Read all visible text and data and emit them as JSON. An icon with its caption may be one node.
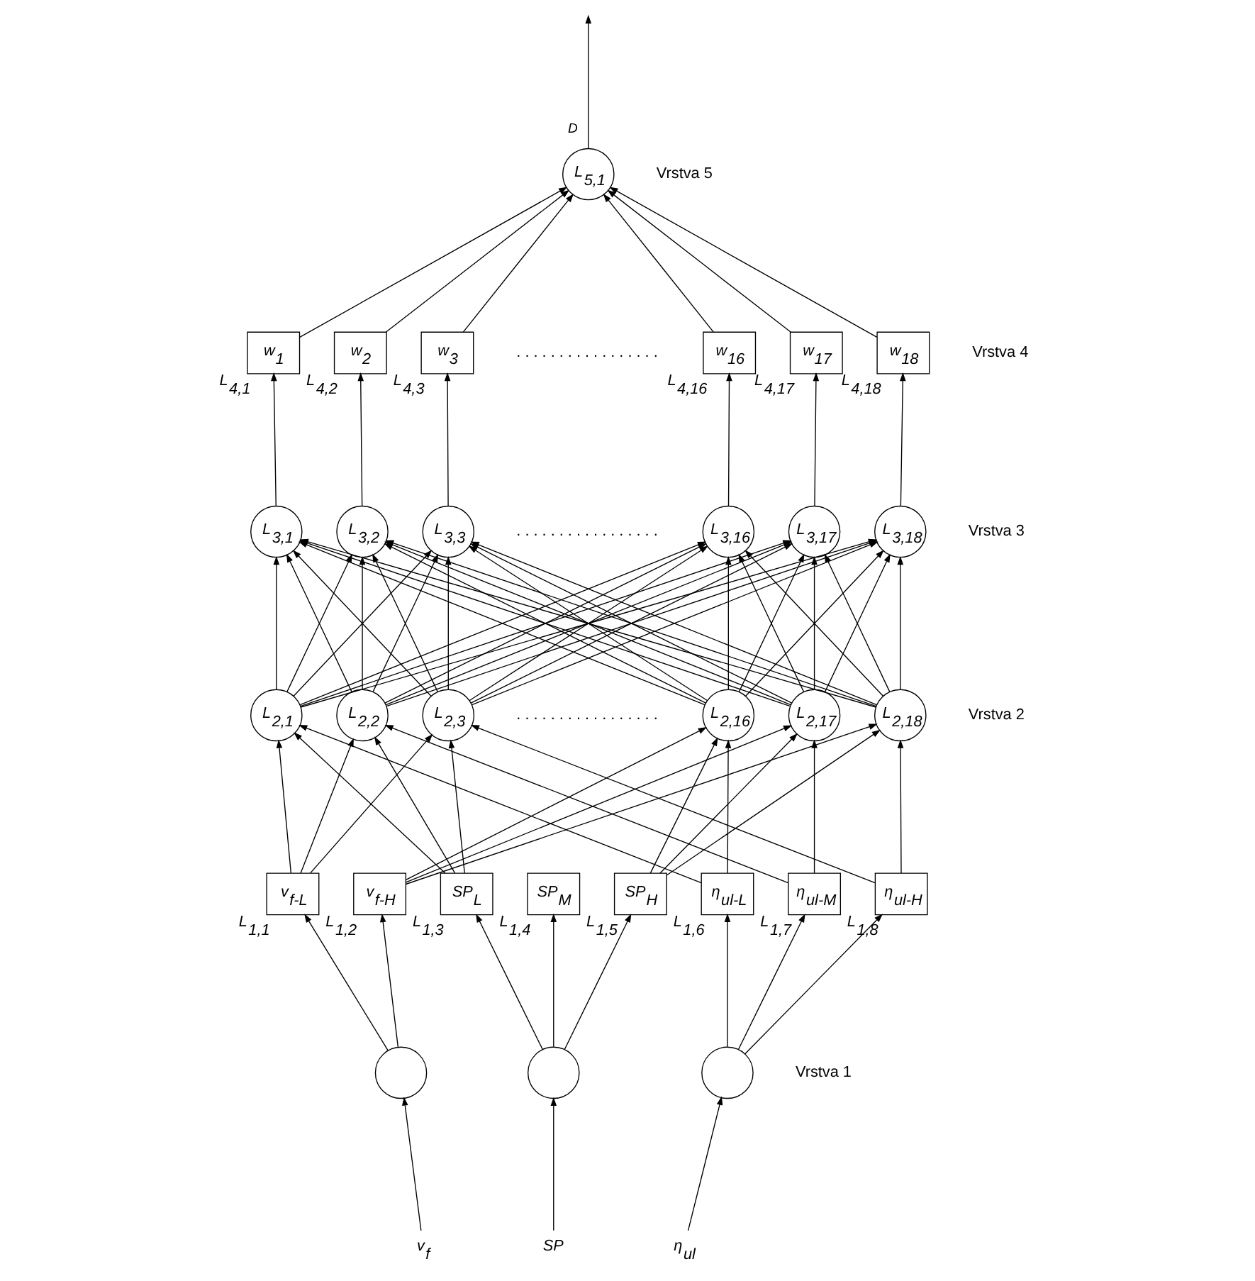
{
  "diagram": {
    "nodes": [
      {
        "text": [
          "L$_{5,1}$"
        ]
      },
      {
        "text": [
          "w$_{1}$"
        ],
        "beside": [
          "L$_{4,1}$"
        ]
      },
      {
        "text": [
          "w$_{2}$"
        ],
        "beside": [
          "L$_{4,2}$"
        ]
      },
      {
        "text": [
          "w$_{3}$"
        ],
        "beside": [
          "L$_{4,3}$"
        ]
      },
      {
        "text": [
          "w$_{16}$"
        ],
        "beside": [
          "L$_{4,16}$"
        ]
      },
      {
        "text": [
          "w$_{17}$"
        ],
        "beside": [
          "L$_{4,17}$"
        ]
      },
      {
        "text": [
          "w$_{18}$"
        ],
        "beside": [
          "L$_{4,18}$"
        ]
      },
      {
        "text": [
          "L$_{3,1}$"
        ]
      },
      {
        "text": [
          "L$_{3,2}$"
        ]
      },
      {
        "text": [
          "L$_{3,3}$"
        ]
      },
      {
        "text": [
          "L$_{3,16}$"
        ]
      },
      {
        "text": [
          "L$_{3,17}$"
        ]
      },
      {
        "text": [
          "L$_{3,18}$"
        ]
      },
      {
        "text": [
          "L$_{2,1}$"
        ]
      },
      {
        "text": [
          "L$_{2,2}$"
        ]
      },
      {
        "text": [
          "L$_{2,3}$"
        ]
      },
      {
        "text": [
          "L$_{2,16}$"
        ]
      },
      {
        "text": [
          "L$_{2,17}$"
        ]
      },
      {
        "text": [
          "L$_{2,18}$"
        ]
      },
      {
        "text": [
          "v$_{f-L}$"
        ],
        "beside": [
          "L$_{1,1}$"
        ]
      },
      {
        "text": [
          "v$_{f-H}$"
        ],
        "beside": [
          "L$_{1,2}$"
        ]
      },
      {
        "text": [
          "SP$_{L}$"
        ],
        "beside": [
          "L$_{1,3}$"
        ]
      },
      {
        "text": [
          "SP$_{M}$"
        ],
        "beside": [
          "L$_{1,4}$"
        ]
      },
      {
        "text": [
          "SP$_{H}$"
        ],
        "beside": [
          "L$_{1,5}$"
        ]
      },
      {
        "text": [
          "η$_{ul-L}$"
        ],
        "beside": [
          "L$_{1,6}$"
        ]
      },
      {
        "text": [
          "η$_{ul-M}$"
        ],
        "beside": [
          "L$_{1,7}$"
        ]
      },
      {
        "text": [
          "η$_{ul-H}$"
        ],
        "beside": [
          "L$_{1,8}$"
        ]
      },
      {
        "text": [],
        "shape": "circle"
      },
      {
        "text": [],
        "shape": "circle"
      },
      {
        "text": [],
        "shape": "circle"
      },
      {
        "text": [
          "v$_{f}$"
        ]
      },
      {
        "text": [
          "SP"
        ]
      },
      {
        "text": [
          "η$_{ul}$"
        ]
      }
    ],
    "edges": [
      {
        "from": 0,
        "to": null,
        "arrow": "to",
        "label": "D"
      },
      {
        "from": 1,
        "to": 0,
        "arrow": "to"
      },
      {
        "from": 2,
        "to": 0,
        "arrow": "to"
      },
      {
        "from": 3,
        "to": 0,
        "arrow": "to"
      },
      {
        "from": 4,
        "to": 0,
        "arrow": "to"
      },
      {
        "from": 5,
        "to": 0,
        "arrow": "to"
      },
      {
        "from": 6,
        "to": 0,
        "arrow": "to"
      },
      {
        "from": 7,
        "to": 1,
        "arrow": "to"
      },
      {
        "from": 8,
        "to": 2,
        "arrow": "to"
      },
      {
        "from": 9,
        "to": 3,
        "arrow": "to"
      },
      {
        "from": 10,
        "to": 4,
        "arrow": "to"
      },
      {
        "from": 11,
        "to": 5,
        "arrow": "to"
      },
      {
        "from": 12,
        "to": 6,
        "arrow": "to"
      },
      {
        "from": 13,
        "to": 7,
        "arrow": "to"
      },
      {
        "from": 13,
        "to": 8,
        "arrow": "to"
      },
      {
        "from": 13,
        "to": 9,
        "arrow": "to"
      },
      {
        "from": 13,
        "to": 10,
        "arrow": "to"
      },
      {
        "from": 13,
        "to": 11,
        "arrow": "to"
      },
      {
        "from": 13,
        "to": 12,
        "arrow": "to"
      },
      {
        "from": 14,
        "to": 7,
        "arrow": "to"
      },
      {
        "from": 14,
        "to": 8,
        "arrow": "to"
      },
      {
        "from": 14,
        "to": 9,
        "arrow": "to"
      },
      {
        "from": 14,
        "to": 10,
        "arrow": "to"
      },
      {
        "from": 14,
        "to": 11,
        "arrow": "to"
      },
      {
        "from": 14,
        "to": 12,
        "arrow": "to"
      },
      {
        "from": 15,
        "to": 7,
        "arrow": "to"
      },
      {
        "from": 15,
        "to": 8,
        "arrow": "to"
      },
      {
        "from": 15,
        "to": 9,
        "arrow": "to"
      },
      {
        "from": 15,
        "to": 10,
        "arrow": "to"
      },
      {
        "from": 15,
        "to": 11,
        "arrow": "to"
      },
      {
        "from": 15,
        "to": 12,
        "arrow": "to"
      },
      {
        "from": 16,
        "to": 7,
        "arrow": "to"
      },
      {
        "from": 16,
        "to": 8,
        "arrow": "to"
      },
      {
        "from": 16,
        "to": 9,
        "arrow": "to"
      },
      {
        "from": 16,
        "to": 10,
        "arrow": "to"
      },
      {
        "from": 16,
        "to": 11,
        "arrow": "to"
      },
      {
        "from": 16,
        "to": 12,
        "arrow": "to"
      },
      {
        "from": 17,
        "to": 7,
        "arrow": "to"
      },
      {
        "from": 17,
        "to": 8,
        "arrow": "to"
      },
      {
        "from": 17,
        "to": 9,
        "arrow": "to"
      },
      {
        "from": 17,
        "to": 10,
        "arrow": "to"
      },
      {
        "from": 17,
        "to": 11,
        "arrow": "to"
      },
      {
        "from": 17,
        "to": 12,
        "arrow": "to"
      },
      {
        "from": 18,
        "to": 7,
        "arrow": "to"
      },
      {
        "from": 18,
        "to": 8,
        "arrow": "to"
      },
      {
        "from": 18,
        "to": 9,
        "arrow": "to"
      },
      {
        "from": 18,
        "to": 10,
        "arrow": "to"
      },
      {
        "from": 18,
        "to": 11,
        "arrow": "to"
      },
      {
        "from": 18,
        "to": 12,
        "arrow": "to"
      },
      {
        "from": 19,
        "to": 13,
        "arrow": "to"
      },
      {
        "from": 19,
        "to": 14,
        "arrow": "to"
      },
      {
        "from": 19,
        "to": 15,
        "arrow": "to"
      },
      {
        "from": 20,
        "to": 16,
        "arrow": "to"
      },
      {
        "from": 20,
        "to": 17,
        "arrow": "to"
      },
      {
        "from": 20,
        "to": 18,
        "arrow": "to"
      },
      {
        "from": 21,
        "to": 13,
        "arrow": "to"
      },
      {
        "from": 21,
        "to": 14,
        "arrow": "to"
      },
      {
        "from": 21,
        "to": 15,
        "arrow": "to"
      },
      {
        "from": 23,
        "to": 16,
        "arrow": "to"
      },
      {
        "from": 23,
        "to": 17,
        "arrow": "to"
      },
      {
        "from": 23,
        "to": 18,
        "arrow": "to"
      },
      {
        "from": 24,
        "to": 13,
        "arrow": "to"
      },
      {
        "from": 24,
        "to": 16,
        "arrow": "to"
      },
      {
        "from": 25,
        "to": 14,
        "arrow": "to"
      },
      {
        "from": 25,
        "to": 17,
        "arrow": "to"
      },
      {
        "from": 26,
        "to": 15,
        "arrow": "to"
      },
      {
        "from": 26,
        "to": 18,
        "arrow": "to"
      },
      {
        "from": 27,
        "to": 19,
        "arrow": "to"
      },
      {
        "from": 27,
        "to": 20,
        "arrow": "to"
      },
      {
        "from": 28,
        "to": 21,
        "arrow": "to"
      },
      {
        "from": 28,
        "to": 22,
        "arrow": "to"
      },
      {
        "from": 28,
        "to": 23,
        "arrow": "to"
      },
      {
        "from": 29,
        "to": 24,
        "arrow": "to"
      },
      {
        "from": 29,
        "to": 25,
        "arrow": "to"
      },
      {
        "from": 29,
        "to": 26,
        "arrow": "to"
      },
      {
        "from": 30,
        "to": 27,
        "arrow": "to"
      },
      {
        "from": 31,
        "to": 28,
        "arrow": "to"
      },
      {
        "from": 32,
        "to": 29,
        "arrow": "to"
      }
    ],
    "labels": [
      "Vrstva 5",
      ". . . . . . . . . . . . . . . . .",
      "Vrstva 4",
      ". . . . . . . . . . . . . . . . .",
      "Vrstva 3",
      ". . . . . . . . . . . . . . . . .",
      "Vrstva 2",
      "Vrstva 1"
    ]
  }
}
